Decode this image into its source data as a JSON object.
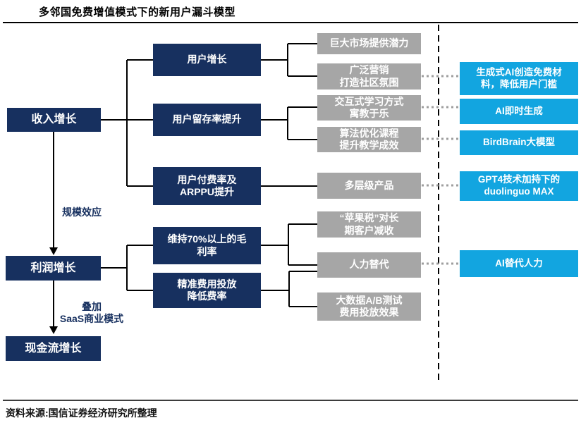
{
  "title": "多邻国免费增值模式下的新用户漏斗模型",
  "source": "资料来源:国信证券经济研究所整理",
  "colors": {
    "navy": "#17305F",
    "gray": "#A6A6A6",
    "cyan": "#12A5E0",
    "solid_line": "#000000",
    "dotted_line": "#9E9E9E"
  },
  "edge_labels": {
    "scale_effect": "规模效应",
    "saas": "叠加\nSaaS商业模式"
  },
  "nodes": {
    "revenue": {
      "label": "收入增长"
    },
    "profit": {
      "label": "利润增长"
    },
    "cashflow": {
      "label": "现金流增长"
    },
    "user_growth": {
      "label": "用户增长"
    },
    "retention": {
      "label": "用户留存率提升"
    },
    "payment": {
      "label": "用户付费率及\nARPPU提升"
    },
    "margin": {
      "label": "维持70%以上的毛\n利率"
    },
    "expense": {
      "label": "精准费用投放\n降低费率"
    },
    "market": {
      "label": "巨大市场提供潜力"
    },
    "marketing": {
      "label": "广泛营销\n打造社区氛围"
    },
    "interactive": {
      "label": "交互式学习方式\n寓教于乐"
    },
    "algorithm": {
      "label": "算法优化课程\n提升教学成效"
    },
    "tiers": {
      "label": "多层级产品"
    },
    "appletax": {
      "label": "“苹果税”对长\n期客户减收"
    },
    "labor": {
      "label": "人力替代"
    },
    "bigdata": {
      "label": "大数据A/B测试\n费用投放效果"
    },
    "genai": {
      "label": "生成式AI创造免费材\n料，降低用户门槛"
    },
    "instant": {
      "label": "AI即时生成"
    },
    "birdbrain": {
      "label": "BirdBrain大模型"
    },
    "gpt4": {
      "label": "GPT4技术加持下的\nduolinguo MAX"
    },
    "aireplace": {
      "label": "AI替代人力"
    }
  }
}
